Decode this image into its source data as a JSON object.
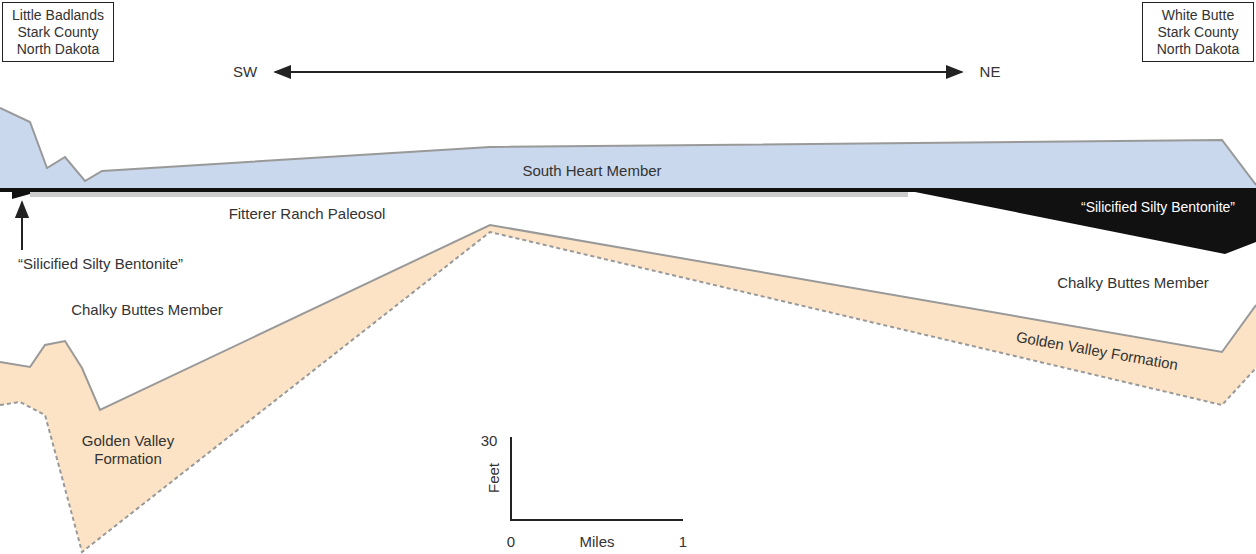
{
  "diagram": {
    "nodes": [
      {
        "text": [
          "Little Badlands Stark County North Dakota"
        ]
      },
      {
        "text": [
          "White Butte Stark County North Dakota"
        ]
      },
      {
        "text": [
          "South Heart Member"
        ]
      },
      {
        "text": [
          "“Silicified Silty Bentonite”"
        ]
      },
      {
        "text": [
          "Golden Valley Formation"
        ]
      },
      {
        "text": [
          "Golden Valley Formation"
        ]
      }
    ],
    "labels": [
      "SW",
      "NE",
      "Fitterer Ranch Paleosol",
      "“Silicified Silty Bentonite”",
      "Chalky Buttes Member",
      "Chalky Buttes Member",
      "30",
      "Feet",
      "0",
      "Miles",
      "1"
    ]
  }
}
